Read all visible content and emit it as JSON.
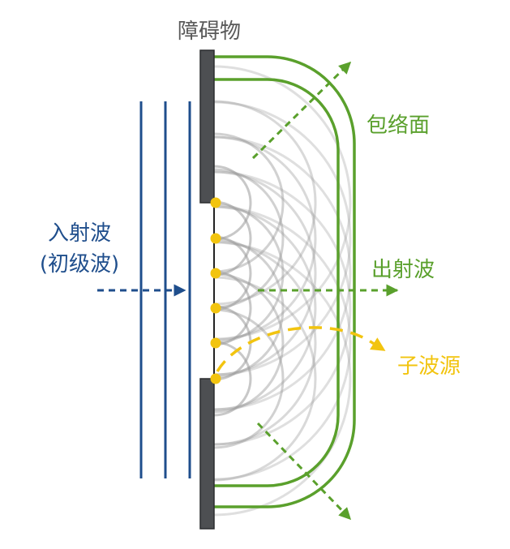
{
  "labels": {
    "obstacle": "障碍物",
    "envelope": "包络面",
    "outgoing_wave": "出射波",
    "incident_wave": "入射波",
    "incident_wave_note": "(初级波)",
    "secondary_source": "子波源"
  },
  "colors": {
    "blue": "#1f4e8c",
    "green": "#5aa02c",
    "gold": "#f2c40f",
    "label_gray": "#595959",
    "barrier": "#4d4f52",
    "wavelet": "#9a9a9a"
  }
}
